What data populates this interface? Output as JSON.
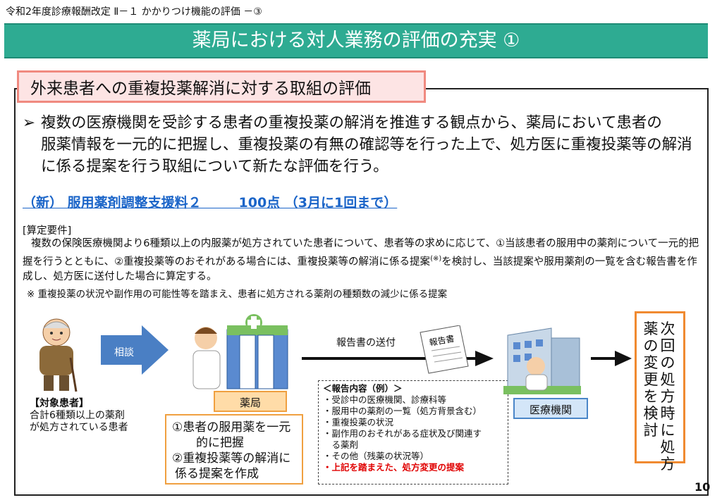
{
  "header": {
    "top_label": "令和2年度診療報酬改定 Ⅱ－１ かかりつけ機能の評価 －③",
    "title": "薬局における対人業務の評価の充実 ①"
  },
  "section": {
    "heading": "外来患者への重複投薬解消に対する取組の評価",
    "lead_marker": "➢",
    "lead_line1": "複数の医療機関を受診する患者の重複投薬の解消を推進する観点から、薬局において患者の",
    "lead_rest": "服薬情報を一元的に把握し、重複投薬の有無の確認等を行った上で、処方医に重複投薬等の解消に係る提案を行う取組について新たな評価を行う。",
    "fee": "（新） 服用薬剤調整支援料２        100点 （3月に1回まで）",
    "requirements_title": "[算定要件]",
    "requirements_body": "複数の保険医療機関より6種類以上の内服薬が処方されていた患者について、患者等の求めに応じて、①当該患者の服用中の薬剤について一元的把握を行うとともに、②重複投薬等のおそれがある場合には、重複投薬等の解消に係る提案",
    "requirements_mark": "(※)",
    "requirements_tail": "を検討し、当該提案や服用薬剤の一覧を含む報告書を作成し、処方医に送付した場合に算定する。",
    "note": "※ 重複投薬の状況や副作用の可能性等を踏まえ、患者に処方される薬剤の種類数の減少に係る提案"
  },
  "diagram": {
    "consult_label": "相談",
    "patient_title": "【対象患者】",
    "patient_line1": "合計6種類以上の薬剤",
    "patient_line2": "が処方されている患者",
    "pharmacy_label": "薬局",
    "pharmacy_item1": "①患者の服用薬を一元",
    "pharmacy_item1b": "的に把握",
    "pharmacy_item2": "②重複投薬等の解消に",
    "pharmacy_item2b": "係る提案を作成",
    "report_send": "報告書の送付",
    "report_doc_label": "報告書",
    "report_title": "＜報告内容（例）＞",
    "report_items": [
      "・受診中の医療機関、診療科等",
      "・服用中の薬剤の一覧（処方背景含む）",
      "・重複投薬の状況",
      "・副作用のおそれがある症状及び関連す",
      "　る薬剤",
      "・その他（残薬の状況等）"
    ],
    "report_red": "・上記を踏まえた、処方変更の提案",
    "hospital_label": "医療機関",
    "result_col1": "次回の処方時に処方",
    "result_col2": "薬の変更を検討"
  },
  "page_number": "10",
  "colors": {
    "title_band": "#2eab92",
    "heading_fill": "#fde4e4",
    "heading_border": "#f08a80",
    "fee_text": "#1a64c8",
    "result_border": "#f08a30"
  }
}
